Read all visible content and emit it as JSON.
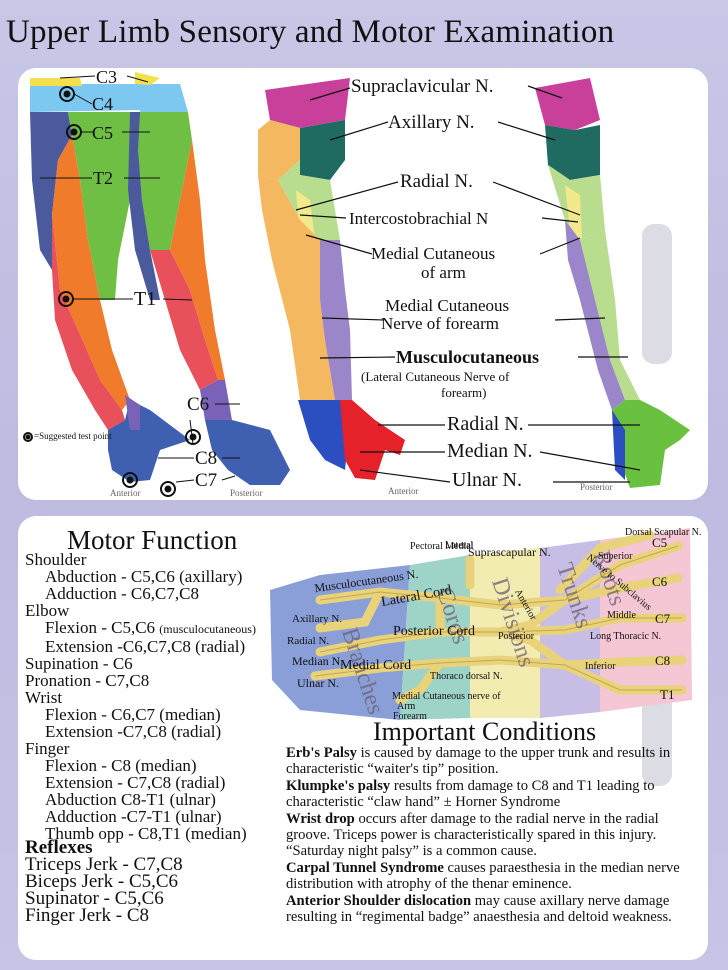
{
  "title": "Upper Limb Sensory and Motor Examination",
  "dermatomes": {
    "c3": "C3",
    "c4": "C4",
    "c5": "C5",
    "t2": "T2",
    "t1": "T1",
    "c6": "C6",
    "c8": "C8",
    "c7": "C7",
    "legend": "=Suggested test point",
    "anterior": "Anterior",
    "posterior": "Posterior"
  },
  "nerves": {
    "supraclavicular": "Supraclavicular N.",
    "axillary": "Axillary N.",
    "radial_upper": "Radial N.",
    "intercostobrachial": "Intercostobrachial N",
    "medial_cut_arm_1": "Medial Cutaneous",
    "medial_cut_arm_2": "of arm",
    "medial_cut_forearm_1": "Medial Cutaneous",
    "medial_cut_forearm_2": "Nerve of forearm",
    "musculocutaneous": "Musculocutaneous",
    "lateral_cut_1": "(Lateral Cutaneous Nerve of",
    "lateral_cut_2": "forearm)",
    "radial_hand": "Radial N.",
    "median": "Median N.",
    "ulnar": "Ulnar N.",
    "anterior": "Anterior",
    "posterior": "Posterior"
  },
  "motor": {
    "title": "Motor Function",
    "lines": [
      {
        "t": "Shoulder",
        "k": "h"
      },
      {
        "t": "Abduction - C5,C6 (axillary)",
        "k": "i"
      },
      {
        "t": "Adduction - C6,C7,C8",
        "k": "i"
      },
      {
        "t": "Elbow",
        "k": "h"
      },
      {
        "t": "Flexion - C5,C6 ",
        "k": "i",
        "s": "(musculocutaneous)"
      },
      {
        "t": "Extension -C6,C7,C8 (radial)",
        "k": "i"
      },
      {
        "t": "Supination - C6",
        "k": "h"
      },
      {
        "t": "Pronation - C7,C8",
        "k": "h"
      },
      {
        "t": "Wrist",
        "k": "h"
      },
      {
        "t": "Flexion - C6,C7 (median)",
        "k": "i"
      },
      {
        "t": "Extension -C7,C8 (radial)",
        "k": "i"
      },
      {
        "t": "Finger",
        "k": "h"
      },
      {
        "t": "Flexion - C8 (median)",
        "k": "i"
      },
      {
        "t": "Extension - C7,C8 (radial)",
        "k": "i"
      },
      {
        "t": "Abduction C8-T1 (ulnar)",
        "k": "i"
      },
      {
        "t": "Adduction -C7-T1 (ulnar)",
        "k": "i"
      },
      {
        "t": "Thumb opp - C8,T1 (median)",
        "k": "i"
      }
    ]
  },
  "reflexes": {
    "title": "Reflexes",
    "lines": [
      "Triceps Jerk - C7,C8",
      "Biceps Jerk - C5,C6",
      "Supinator - C5,C6",
      "Finger Jerk - C8"
    ]
  },
  "plexus": {
    "dorsal_scapular": "Dorsal Scapular N.",
    "c5": "C5",
    "c6": "C6",
    "c7": "C7",
    "c8": "C8",
    "t1": "T1",
    "superior": "Superior",
    "middle": "Middle",
    "inferior": "Inferior",
    "long_thoracic": "Long Thoracic N.",
    "nerve_subclavius": "Nerve to Subclavius",
    "suprascapular": "Suprascapular N.",
    "pectoral_medial": "Pectoral Medial",
    "pectoral_lateral": "Lateral",
    "musculocutaneous": "Musculocutaneous N.",
    "lateral_cord": "Lateral Cord",
    "axillary": "Axillary N.",
    "radial": "Radial N.",
    "posterior_cord": "Posterior Cord",
    "median": "Median N.",
    "medial_cord": "Medial Cord",
    "ulnar": "Ulnar N.",
    "thoraco_dorsal": "Thoraco dorsal N.",
    "medial_cut_1": "Medial Cutaneous nerve of",
    "medial_cut_2": "Arm",
    "medial_cut_3": "Forearm",
    "anterior": "Anterior",
    "posterior": "Posterior",
    "cords": "Cords",
    "divisions": "Divisions",
    "trunks": "Trunks",
    "roots": "Roots",
    "branches": "Branches"
  },
  "conditions": {
    "title": "Important Conditions",
    "items": [
      {
        "b": "Erb's Palsy",
        "t": " is caused by damage to the upper trunk and results in characteristic “waiter's tip” position."
      },
      {
        "b": "Klumpke's palsy",
        "t": " results from damage to C8 and T1 leading to characteristic “claw hand” ± Horner Syndrome"
      },
      {
        "b": "Wrist drop",
        "t": " occurs after damage to the radial nerve in the radial groove. Triceps power is characteristically spared in this injury. “Saturday night palsy” is a common cause."
      },
      {
        "b": "Carpal Tunnel Syndrome",
        "t": " causes paraesthesia in the median nerve distribution with atrophy of the thenar eminence."
      },
      {
        "b": "Anterior Shoulder dislocation",
        "t": " may cause axillary nerve damage resulting in “regimental badge” anaesthesia and deltoid weakness."
      }
    ]
  },
  "colors": {
    "c3": "#f4e04d",
    "c4": "#7dc8f0",
    "c5": "#6fbf44",
    "c6": "#f07b2a",
    "c7": "#3f5fb0",
    "c8": "#7a62b8",
    "t1": "#e8505c",
    "t2": "#4a5a9c",
    "supraclavicular": "#c9409a",
    "axillary": "#1f6b62",
    "radial": "#b8dd8e",
    "medial_arm": "#f2e88c",
    "medial_forearm": "#9a86c8",
    "musculocutaneous": "#f4b860",
    "median": "#e5222a",
    "ulnar": "#2b4fc0",
    "radial_hand": "#6ac13f"
  }
}
